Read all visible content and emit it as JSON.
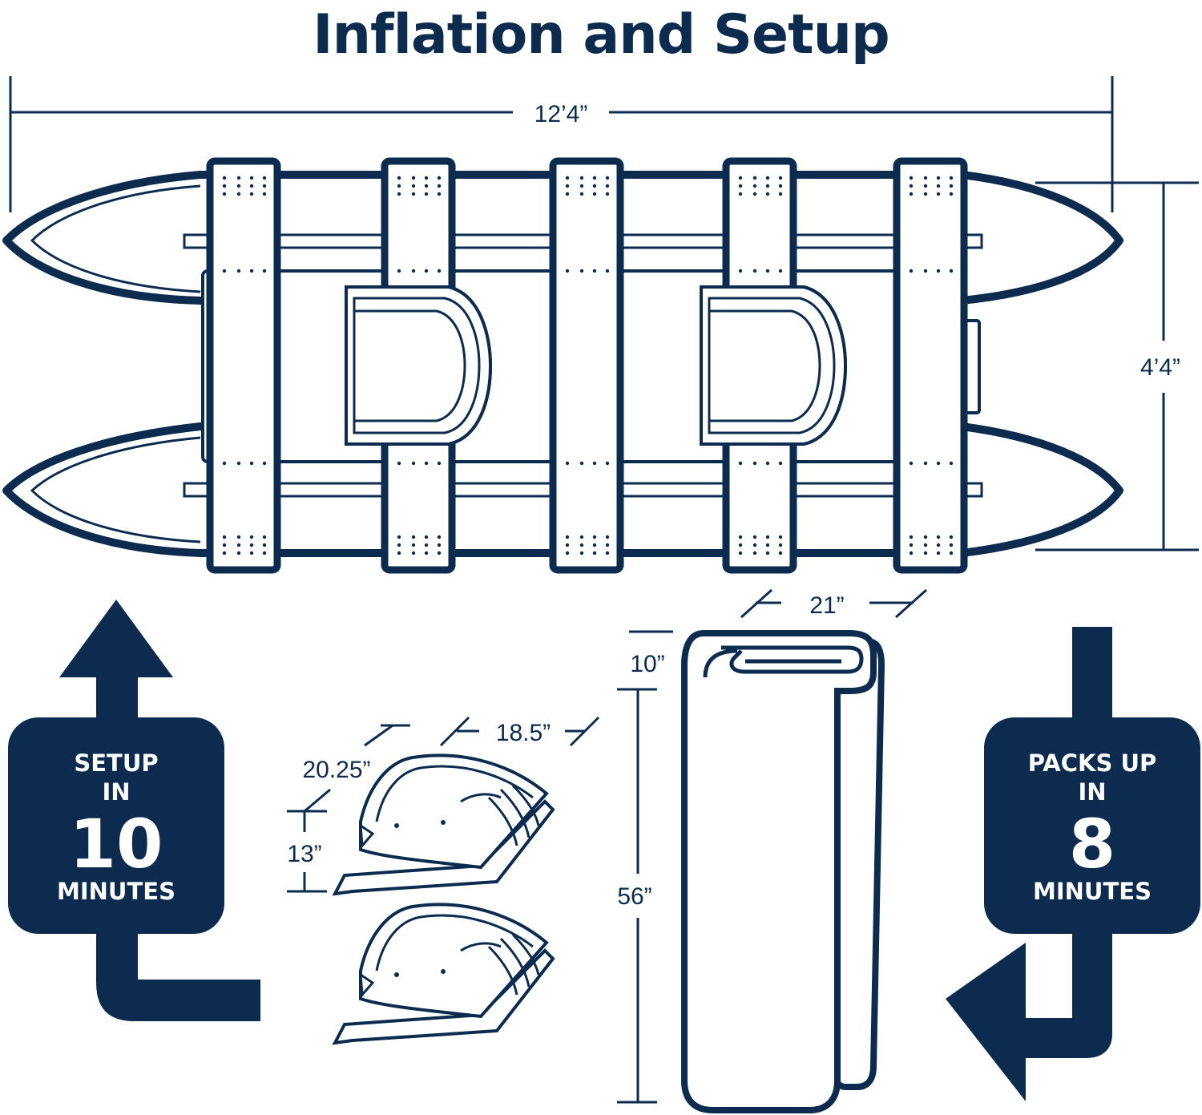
{
  "title": "Inflation and Setup",
  "colors": {
    "navy": "#0d2b4e",
    "background": "#ffffff"
  },
  "dimensions": {
    "boat_length": "12’4”",
    "boat_width": "4’4”",
    "pack_width": "21”",
    "pack_depth": "10”",
    "pack_height": "56”",
    "seat_width": "18.5”",
    "seat_depth": "20.25”",
    "seat_height": "13”"
  },
  "setup_badge": {
    "line1": "SETUP",
    "line2": "IN",
    "number": "10",
    "unit": "MINUTES"
  },
  "pack_badge": {
    "line1": "PACKS UP",
    "line2": "IN",
    "number": "8",
    "unit": "MINUTES"
  },
  "icons": [
    "up-arrow-icon",
    "down-left-arrow-icon"
  ]
}
